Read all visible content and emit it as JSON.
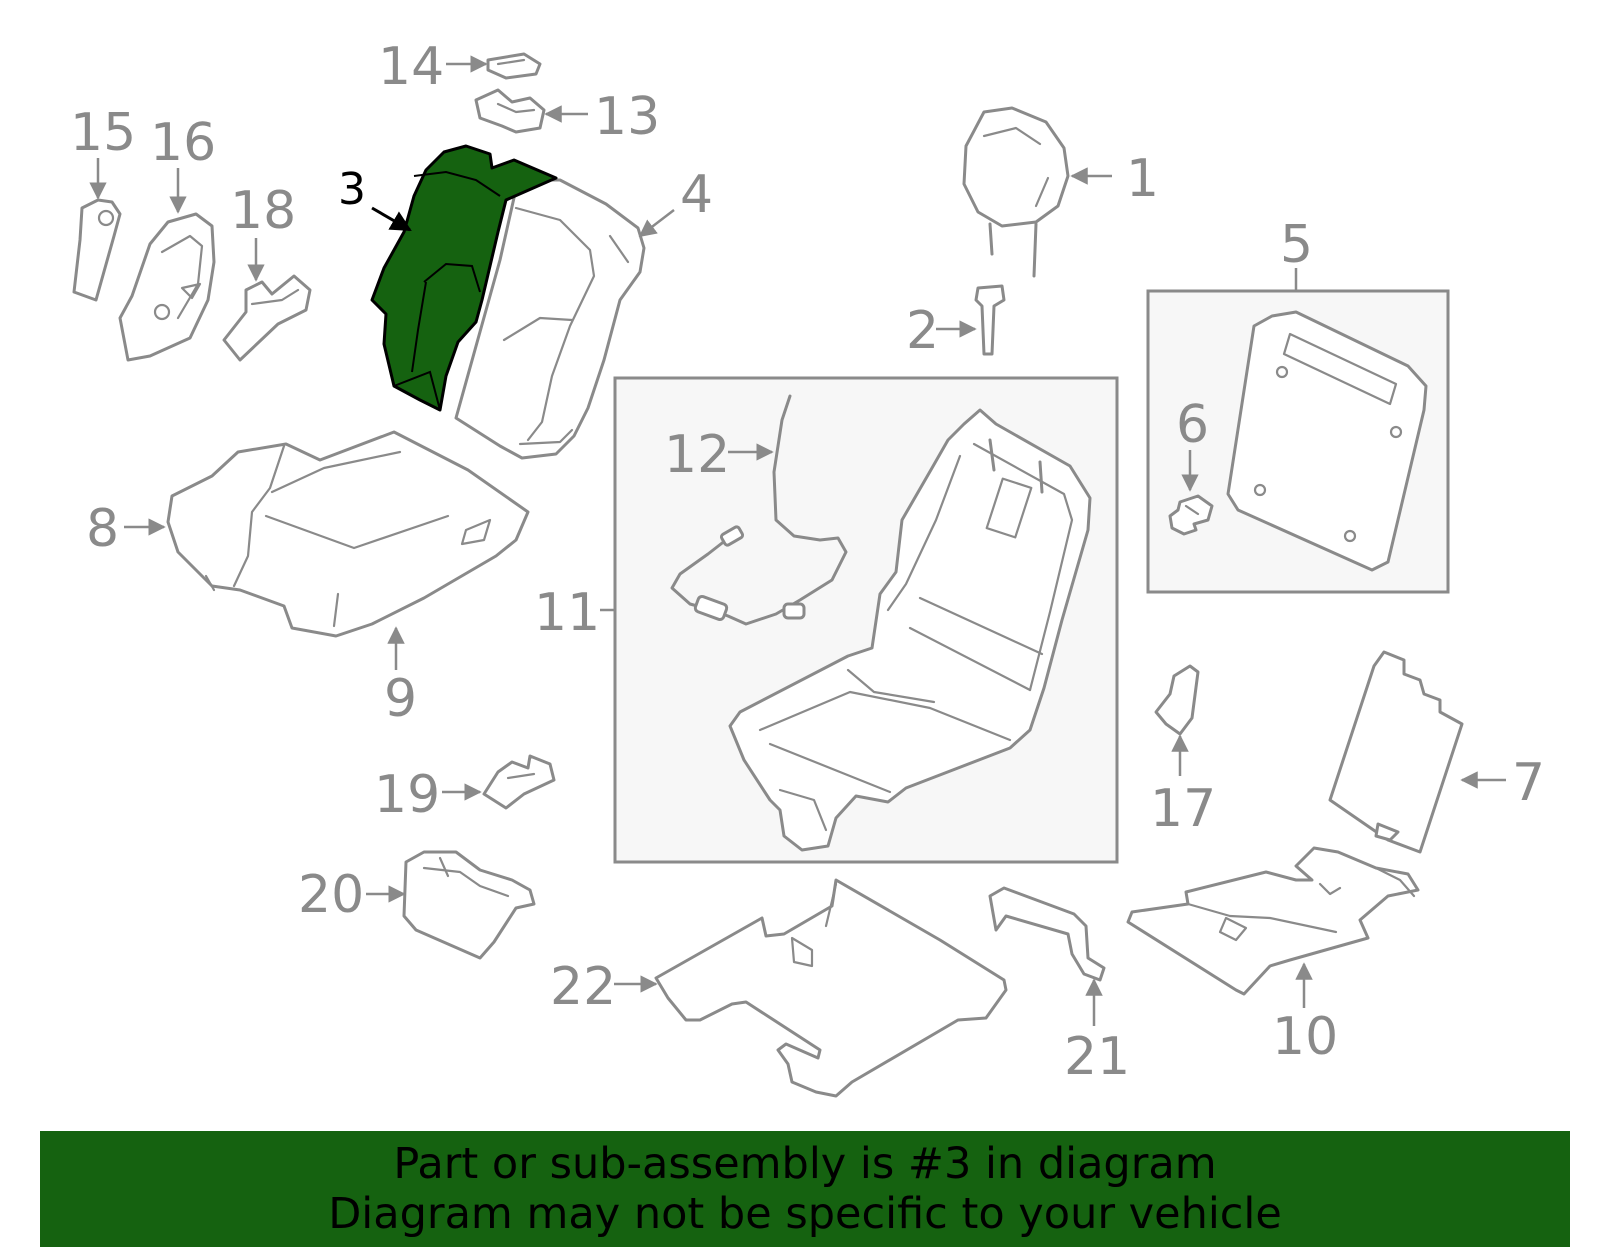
{
  "highlight_color": "#156210",
  "line_color": "#8a8a8a",
  "callouts": {
    "c1": "1",
    "c2": "2",
    "c3": "3",
    "c4": "4",
    "c5": "5",
    "c6": "6",
    "c7": "7",
    "c8": "8",
    "c9": "9",
    "c10": "10",
    "c11": "11",
    "c12": "12",
    "c13": "13",
    "c14": "14",
    "c15": "15",
    "c16": "16",
    "c17": "17",
    "c18": "18",
    "c19": "19",
    "c20": "20",
    "c21": "21",
    "c22": "22"
  },
  "highlighted_part": "3",
  "banner": {
    "line1": "Part or sub-assembly is #3 in diagram",
    "line2": "Diagram may not be specific to your vehicle"
  }
}
